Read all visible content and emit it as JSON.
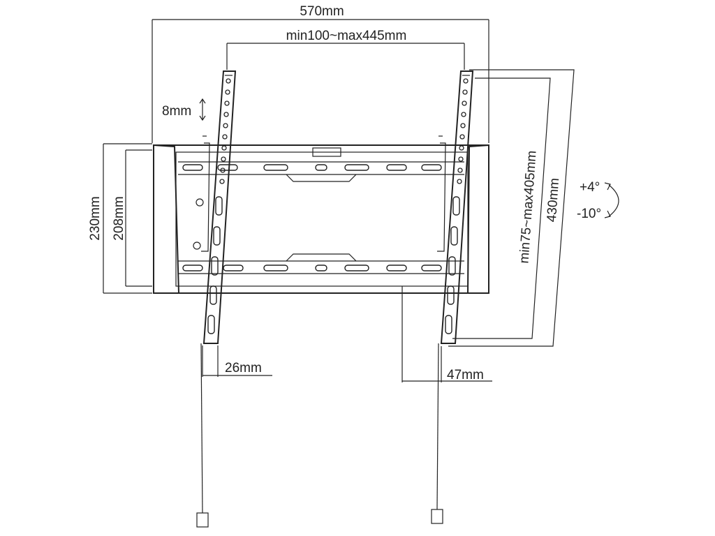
{
  "dimensions": {
    "overall_width": "570mm",
    "vesa_horizontal": "min100~max445mm",
    "hole_pitch": "8mm",
    "frame_outer_height": "230mm",
    "frame_inner_height": "208mm",
    "vesa_vertical": "min75~max405mm",
    "arm_length": "430mm",
    "arm_offset": "26mm",
    "wall_distance": "47mm"
  },
  "tilt": {
    "up": "+4°",
    "down": "-10°"
  }
}
